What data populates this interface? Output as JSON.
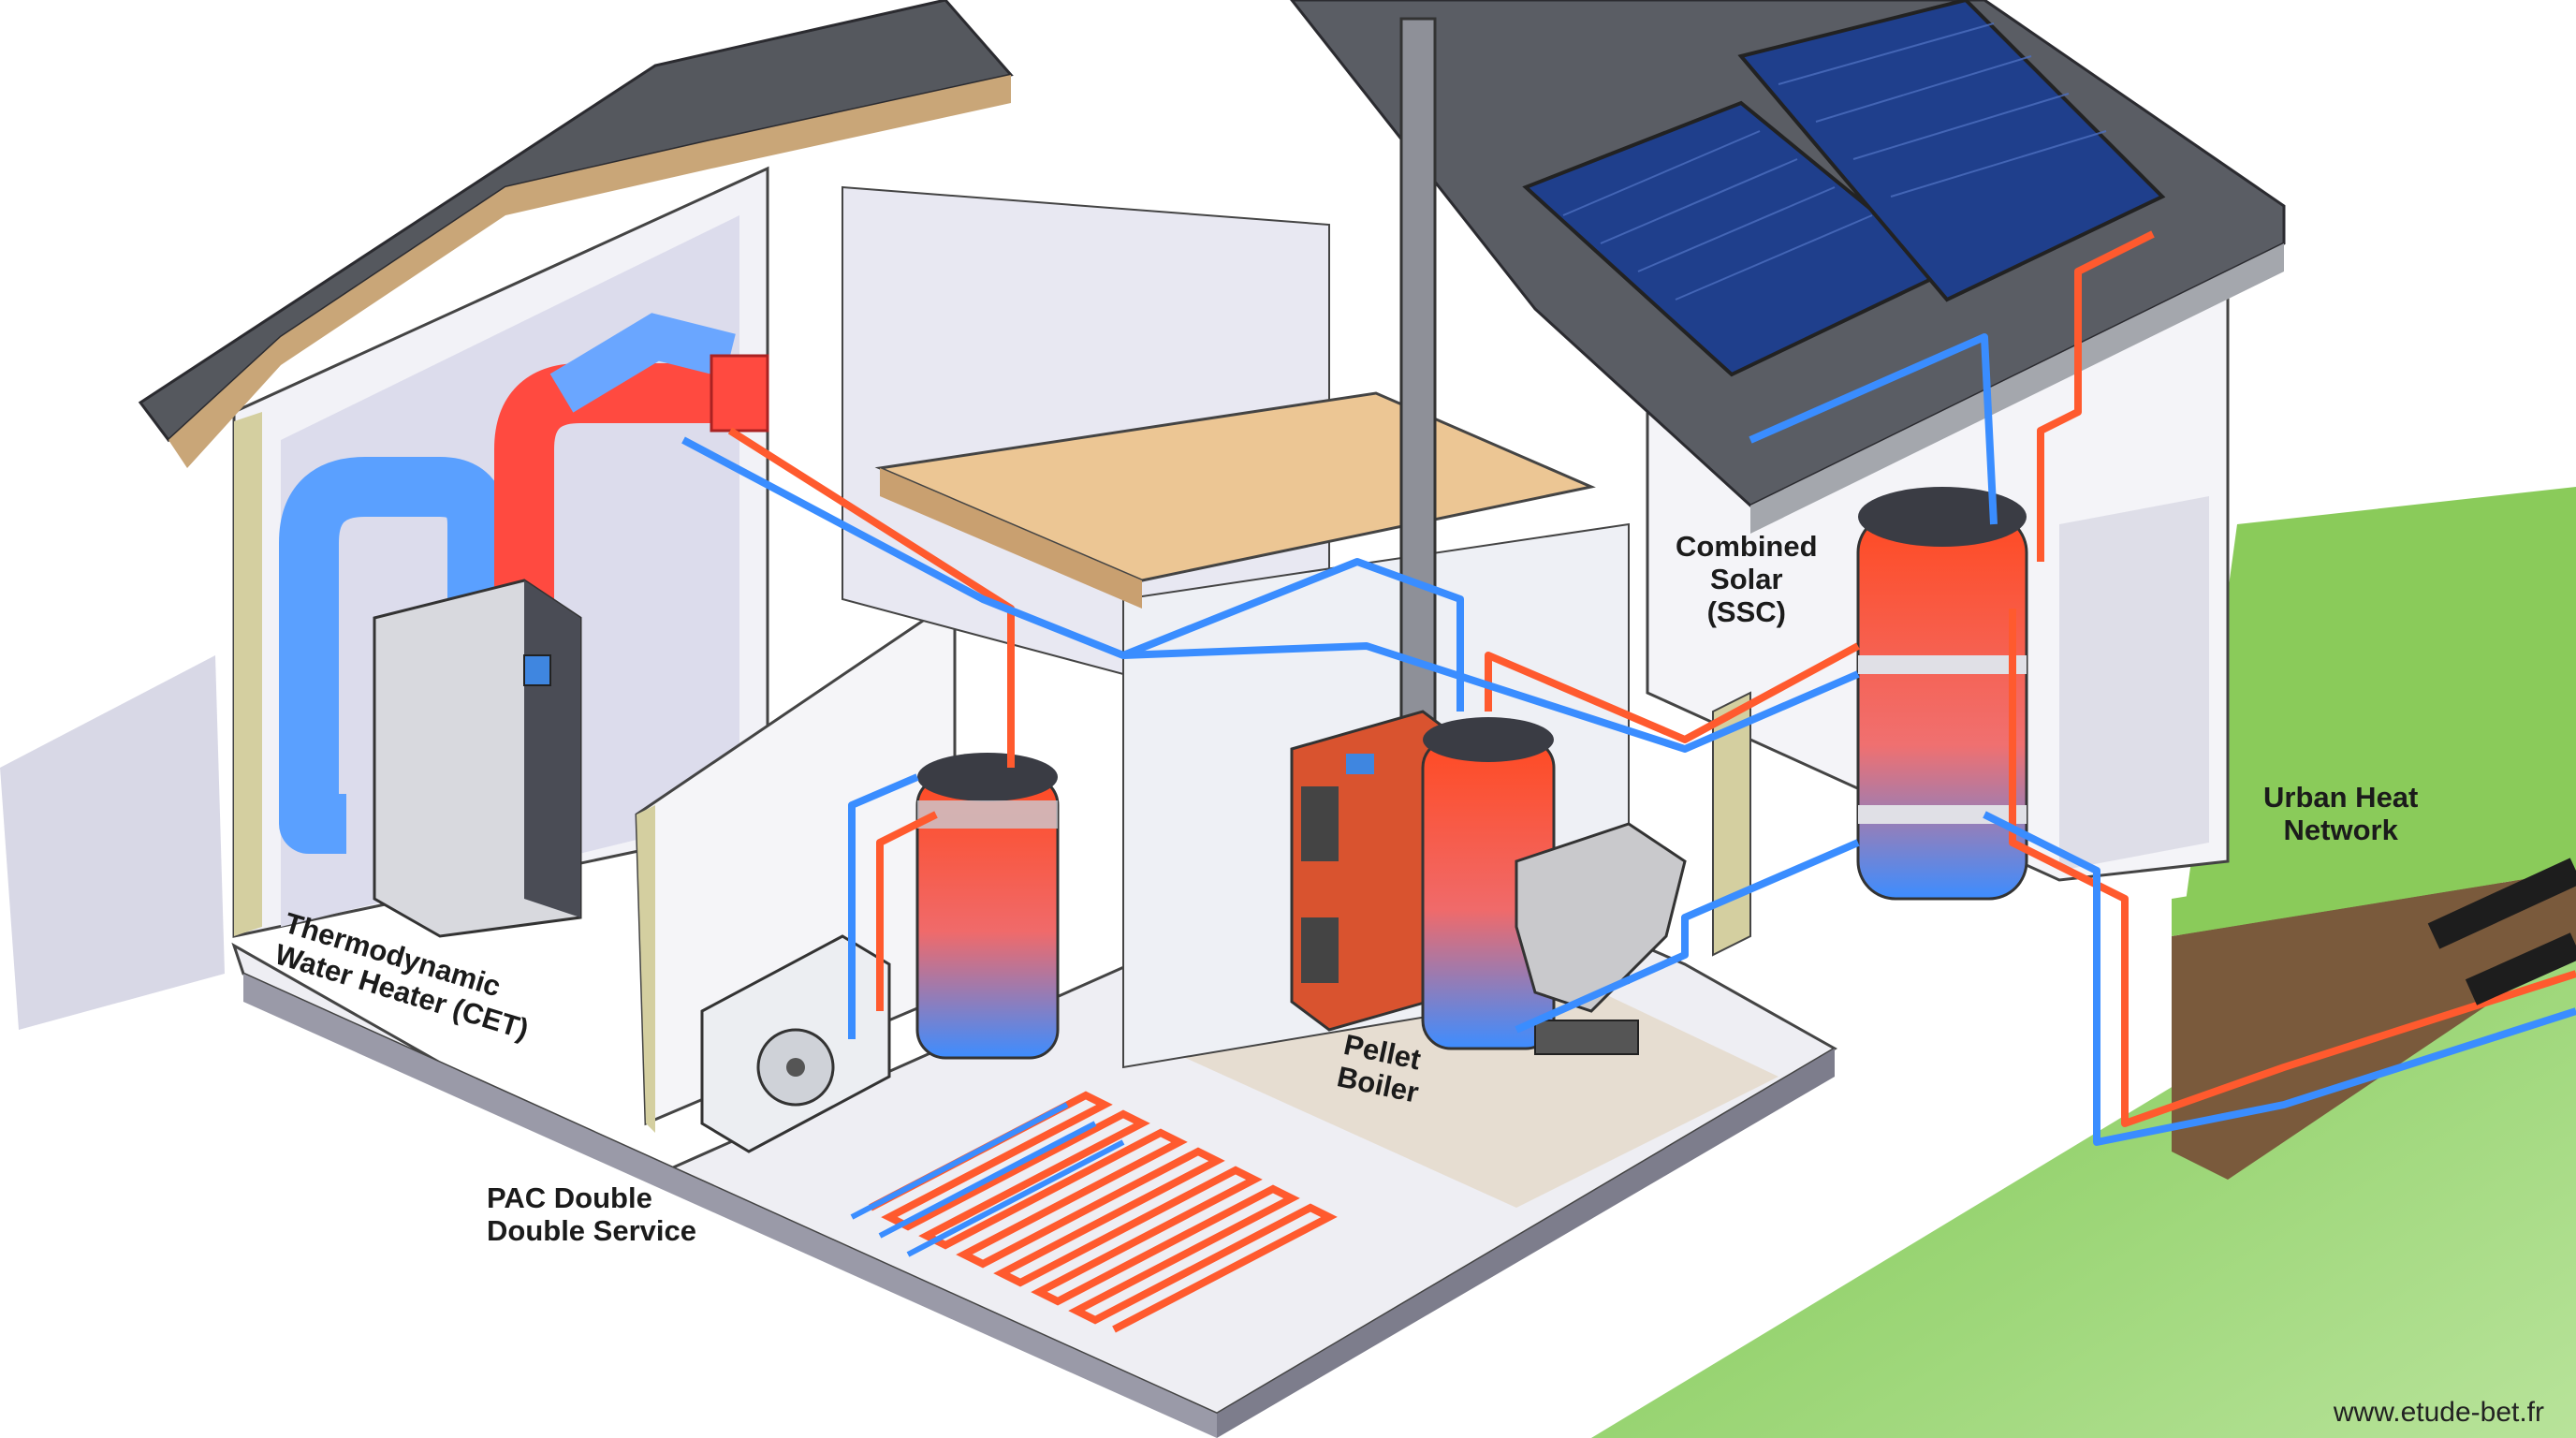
{
  "labels": {
    "cet": [
      "Thermodynamic",
      "Water Heater (CET)"
    ],
    "pac": [
      "PAC Double",
      "Double Service"
    ],
    "pellet": [
      "Pellet",
      "Boiler"
    ],
    "solar": [
      "Combined",
      "Solar",
      "(SSC)"
    ],
    "urban": [
      "Urban Heat",
      "Network"
    ]
  },
  "watermark": "www.etude-bet.fr",
  "colors": {
    "hot_pipe": "#ff5a2e",
    "cold_pipe": "#3a8dff",
    "roof": "#55585e",
    "wall": "#f4f4f8",
    "floor": "#ebe3da",
    "grass": "#8fcf62",
    "solar_panel": "#1f3f8c"
  }
}
